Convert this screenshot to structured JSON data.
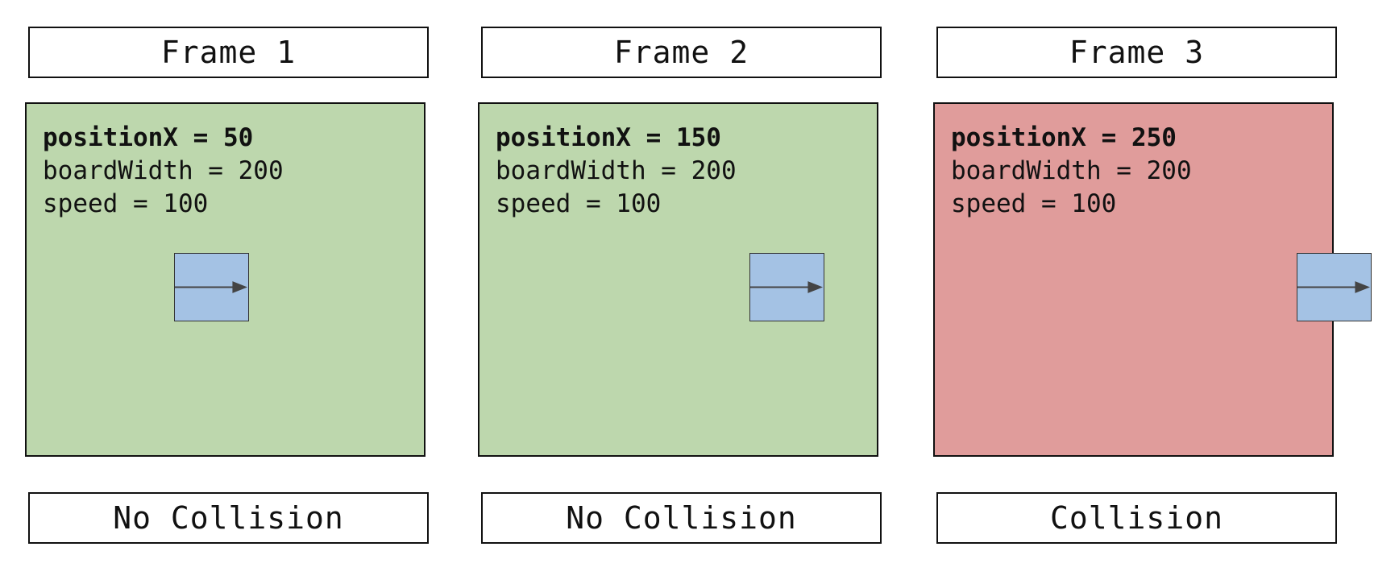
{
  "colors": {
    "no_collision_fill": "#bdd7ad",
    "collision_fill": "#e09c9b",
    "piece_fill": "#a4c2e4",
    "arrow": "#444444",
    "border": "#111111"
  },
  "frames": [
    {
      "title": "Frame 1",
      "position_line": "positionX = 50",
      "width_line": "boardWidth = 200",
      "speed_line": "speed = 100",
      "positionX": 50,
      "boardWidth": 200,
      "speed": 100,
      "status": "No Collision",
      "collision": false,
      "piece_icon": "right-arrow-icon"
    },
    {
      "title": "Frame 2",
      "position_line": "positionX = 150",
      "width_line": "boardWidth = 200",
      "speed_line": "speed = 100",
      "positionX": 150,
      "boardWidth": 200,
      "speed": 100,
      "status": "No Collision",
      "collision": false,
      "piece_icon": "right-arrow-icon"
    },
    {
      "title": "Frame 3",
      "position_line": "positionX = 250",
      "width_line": "boardWidth = 200",
      "speed_line": "speed = 100",
      "positionX": 250,
      "boardWidth": 200,
      "speed": 100,
      "status": "Collision",
      "collision": true,
      "piece_icon": "right-arrow-icon"
    }
  ]
}
